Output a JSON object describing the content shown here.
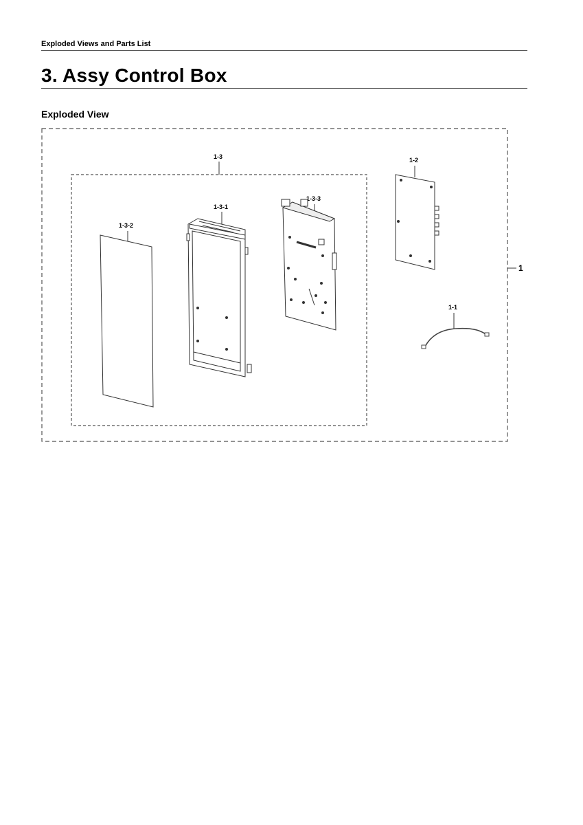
{
  "header": {
    "running_title": "Exploded Views and Parts List"
  },
  "section": {
    "number_title": "3.  Assy Control Box"
  },
  "subsection": {
    "title": "Exploded View"
  },
  "callouts": {
    "assembly": "1",
    "control_box": "1-3",
    "board": "1-2",
    "wire": "1-1",
    "frame": "1-3-1",
    "sheet": "1-3-2",
    "pcb": "1-3-3"
  }
}
